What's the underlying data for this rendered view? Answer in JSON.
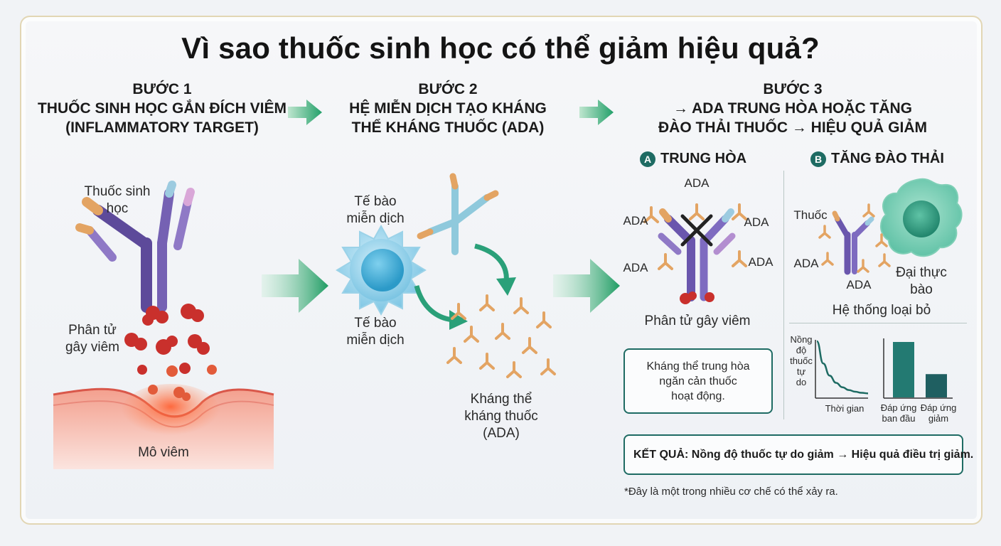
{
  "title": "Vì sao thuốc sinh học có thể giảm hiệu quả?",
  "steps": [
    {
      "number": "BƯỚC 1",
      "line1": "THUỐC SINH HỌC GẮN ĐÍCH VIÊM",
      "line2": "(INFLAMMATORY TARGET)"
    },
    {
      "number": "BƯỚC 2",
      "line1": "HỆ MIỄN DỊCH TẠO KHÁNG",
      "line2": "THỂ KHÁNG THUỐC (ADA)"
    },
    {
      "number": "BƯỚC 3",
      "line1": "→ ADA TRUNG HÒA HOẶC TĂNG",
      "line2": "ĐÀO THẢI THUỐC → HIỆU QUẢ GIẢM"
    }
  ],
  "step1": {
    "drug_label_1": "Thuốc sinh",
    "drug_label_2": "học",
    "molecule_label_1": "Phân tử",
    "molecule_label_2": "gây viêm",
    "tissue_label": "Mô viêm"
  },
  "step2": {
    "cell_top_1": "Tế bào",
    "cell_top_2": "miễn dịch",
    "cell_bottom_1": "Tế bào",
    "cell_bottom_2": "miễn dịch",
    "ada_1": "Kháng thể",
    "ada_2": "kháng thuốc",
    "ada_3": "(ADA)"
  },
  "step3": {
    "a_badge": "A",
    "a_title": "TRUNG HÒA",
    "b_badge": "B",
    "b_title": "TĂNG ĐÀO THẢI",
    "ada_tag": "ADA",
    "molecule_label": "Phân tử gây viêm",
    "a_note_1": "Kháng thể trung hòa",
    "a_note_2": "ngăn cản thuốc",
    "a_note_3": "hoạt động.",
    "b_drug": "Thuốc",
    "b_macrophage_1": "Đại thực",
    "b_macrophage_2": "bào",
    "b_system": "Hệ thống loại bỏ",
    "result_bold": "KẾT QUẢ:",
    "result_text": "Nồng độ thuốc tự do giảm → Hiệu quả điều trị giảm.",
    "footnote": "*Đây là một trong nhiều cơ chế có thể xảy ra."
  },
  "chart_data": [
    {
      "type": "line",
      "ylabel_lines": [
        "Nồng",
        "độ",
        "thuốc",
        "tự",
        "do"
      ],
      "xlabel": "Thời gian",
      "series": [
        {
          "x": [
            0,
            1,
            2,
            3,
            4,
            5,
            6,
            7,
            8
          ],
          "y": [
            100,
            60,
            38,
            25,
            17,
            12,
            9,
            7,
            6
          ]
        }
      ],
      "color": "#1e6b63"
    },
    {
      "type": "bar",
      "categories": [
        "Đáp ứng ban đầu",
        "Đáp ứng giảm"
      ],
      "category_lines": [
        [
          "Đáp ứng",
          "ban đầu"
        ],
        [
          "Đáp ứng",
          "giảm"
        ]
      ],
      "values": [
        100,
        42
      ],
      "colors": [
        "#237a72",
        "#1f5f61"
      ]
    }
  ]
}
